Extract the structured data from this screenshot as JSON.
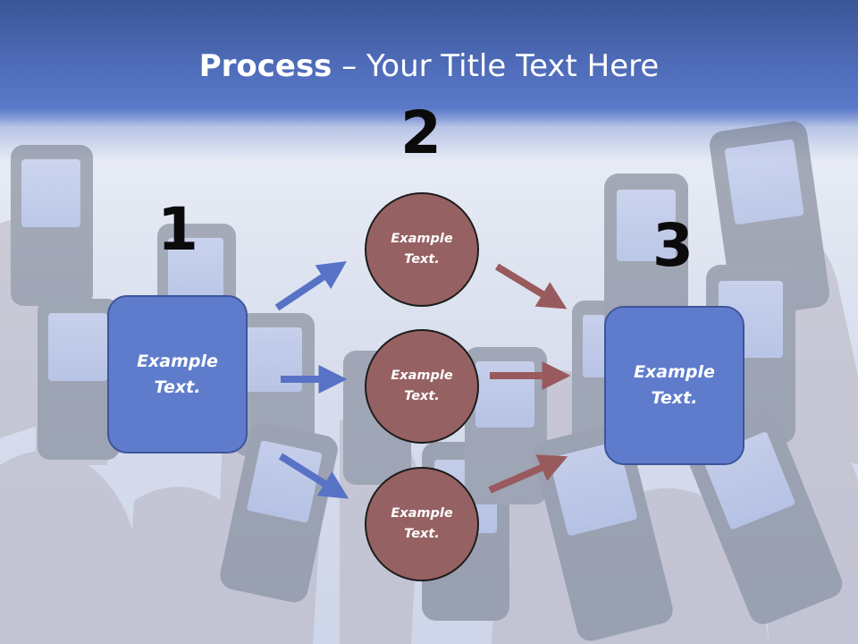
{
  "title": {
    "bold": "Process",
    "rest": " – Your Title Text Here"
  },
  "steps": {
    "one": "1",
    "two": "2",
    "three": "3"
  },
  "left_box": {
    "line1": "Example",
    "line2": "Text."
  },
  "right_box": {
    "line1": "Example",
    "line2": "Text."
  },
  "circles": [
    {
      "line1": "Example",
      "line2": "Text."
    },
    {
      "line1": "Example",
      "line2": "Text."
    },
    {
      "line1": "Example",
      "line2": "Text."
    }
  ],
  "colors": {
    "header": "#4e6bb8",
    "box_fill": "#5f7ccc",
    "circle_fill": "#966162",
    "blue_arrow": "#5872c6",
    "red_arrow": "#985a5c"
  },
  "background_image": "phones-in-hands"
}
